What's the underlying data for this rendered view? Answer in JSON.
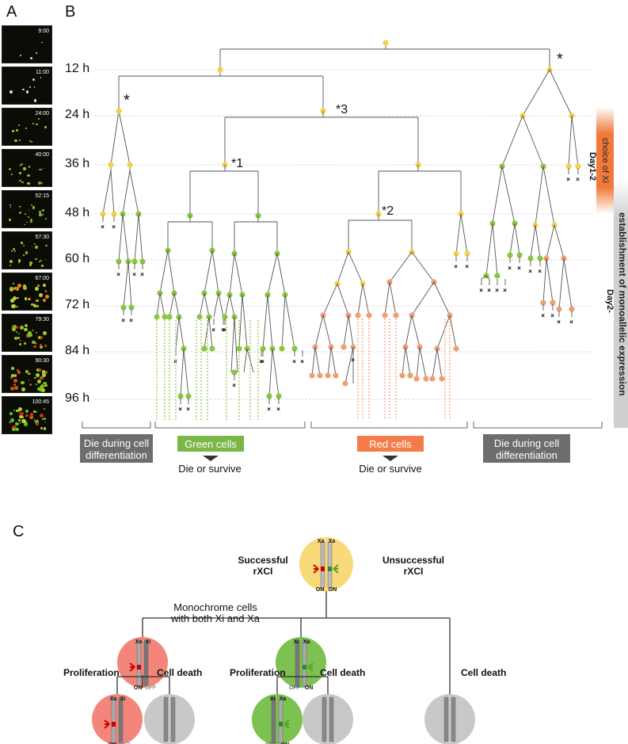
{
  "panels": {
    "a": "A",
    "b": "B",
    "c": "C"
  },
  "film_timestamps": [
    "9:00",
    "11:00",
    "24:00",
    "40:00",
    "52:15",
    "57:30",
    "67:00",
    "79:30",
    "90:30",
    "100:45"
  ],
  "time_labels": [
    "12 h",
    "24 h",
    "36 h",
    "48 h",
    "60 h",
    "72 h",
    "84 h",
    "96 h"
  ],
  "annotations": {
    "star_a": "*",
    "star_b": "*",
    "star3": "*3",
    "star1": "*1",
    "star2": "*2"
  },
  "side_bars": {
    "choice": "choice of Xi",
    "day12": "Day1-2",
    "establishment": "establishment of monoallelic expression",
    "day2": "Day2-"
  },
  "groups": {
    "die_left": "Die during cell differentiation",
    "green": "Green cells",
    "red": "Red cells",
    "die_right": "Die during cell differentiation",
    "die_or_survive_1": "Die or survive",
    "die_or_survive_2": "Die or survive"
  },
  "panel_c": {
    "successful": "Successful rXCI",
    "unsuccessful": "Unsuccessful rXCI",
    "monochrome": "Monochrome cells with both Xi and Xa",
    "proliferation_1": "Proliferation",
    "cell_death_1": "Cell death",
    "proliferation_2": "Proliferation",
    "cell_death_2": "Cell death",
    "cell_death_3": "Cell death",
    "top_xa1": "Xa",
    "top_xa2": "Xa",
    "top_on1": "ON",
    "top_on2": "ON",
    "red_xa": "Xa",
    "red_xi": "Xi",
    "red_on": "ON",
    "red_off": "OFF",
    "green_xi": "Xi",
    "green_xa": "Xa",
    "green_off": "OFF",
    "green_on": "ON",
    "red2_xa": "Xa",
    "red2_xi": "Xi",
    "red2_on": "ON",
    "red2_off": "OFF",
    "green2_xi": "Xi",
    "green2_xa": "Xa",
    "green2_off": "OFF",
    "green2_on": "ON"
  },
  "colors": {
    "yellow": "#f6cf4a",
    "green": "#8cc63f",
    "orange": "#f0a070",
    "cell_red": "#f4857a",
    "cell_green": "#7dc151",
    "cell_yellow": "#f9da7a",
    "cell_gray": "#c8c8c8",
    "box_gray": "#6d6d6d",
    "box_green": "#7ab648",
    "box_red": "#f47c4a"
  }
}
